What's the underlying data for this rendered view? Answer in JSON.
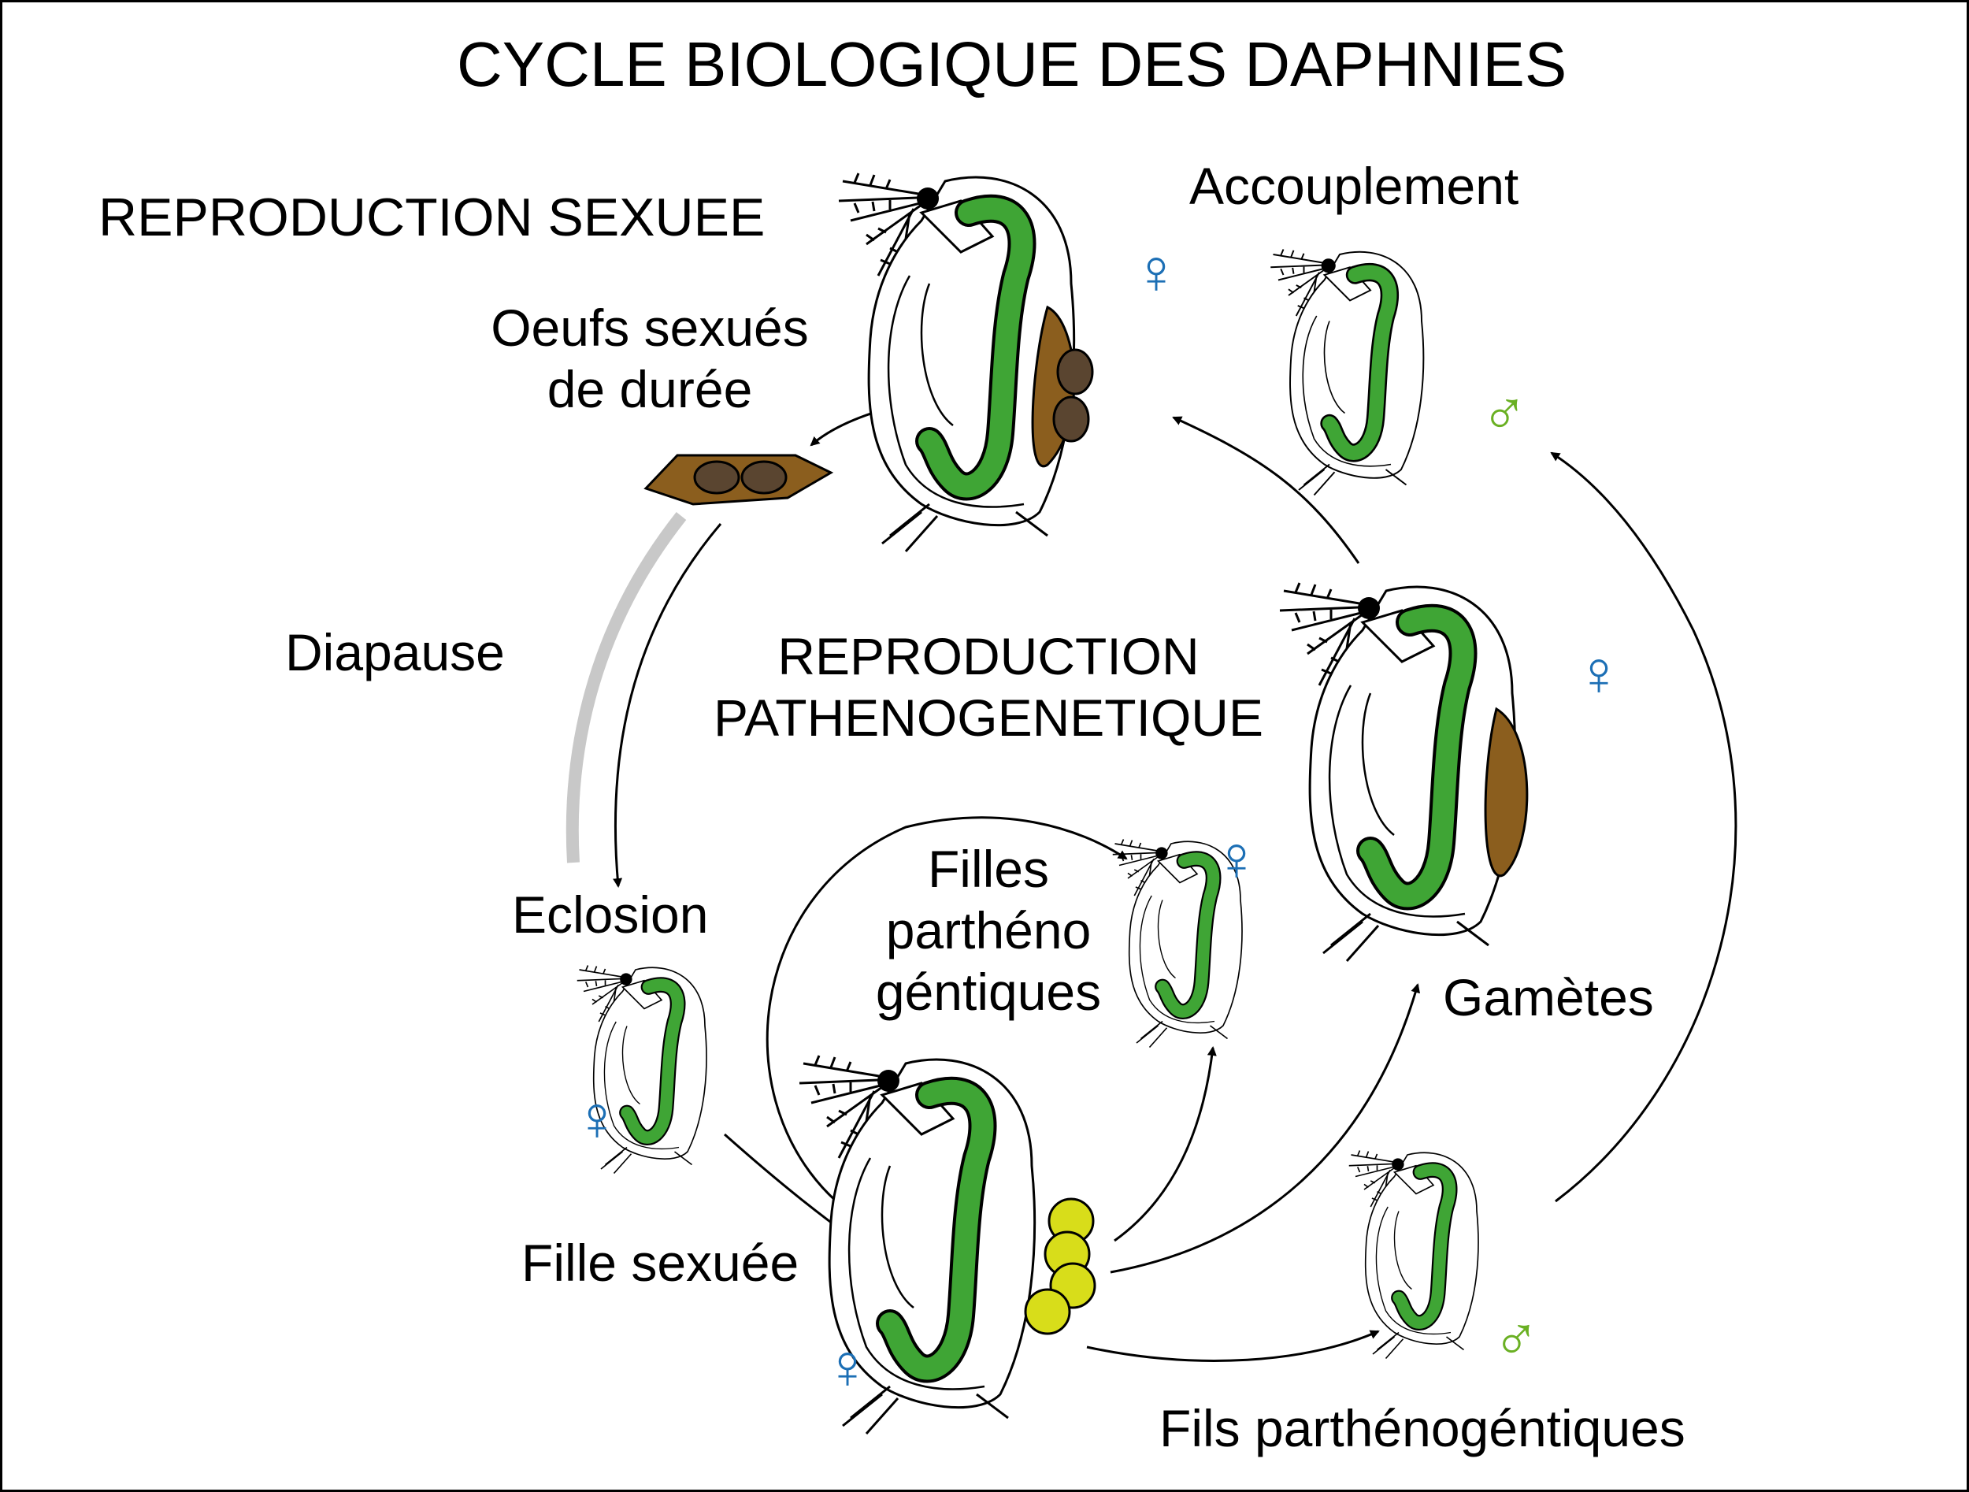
{
  "title": "CYCLE BIOLOGIQUE DES DAPHNIES",
  "sections": {
    "sexual": "REPRODUCTION SEXUEE",
    "parthenogenetic_line1": "REPRODUCTION",
    "parthenogenetic_line2": "PATHENOGENETIQUE"
  },
  "labels": {
    "mating": "Accouplement",
    "resting_eggs_line1": "Oeufs sexués",
    "resting_eggs_line2": "de durée",
    "diapause": "Diapause",
    "hatching": "Eclosion",
    "daughters_line1": "Filles",
    "daughters_line2": "parthéno",
    "daughters_line3": "géntiques",
    "gametes": "Gamètes",
    "sexual_daughter": "Fille sexuée",
    "sons": "Fils parthénogéntiques"
  },
  "symbols": {
    "female": "♀",
    "male": "♂"
  },
  "colors": {
    "gut_green": "#3fa535",
    "gut_dark": "#1d5c16",
    "ephippium_brown": "#8b5e1e",
    "egg_dark": "#5a4530",
    "embryo_yellow": "#d8dd1a",
    "female_blue": "#1c6fb5",
    "male_green": "#6ab023",
    "diapause_gray": "#c8c8c8",
    "stroke": "#000000"
  }
}
